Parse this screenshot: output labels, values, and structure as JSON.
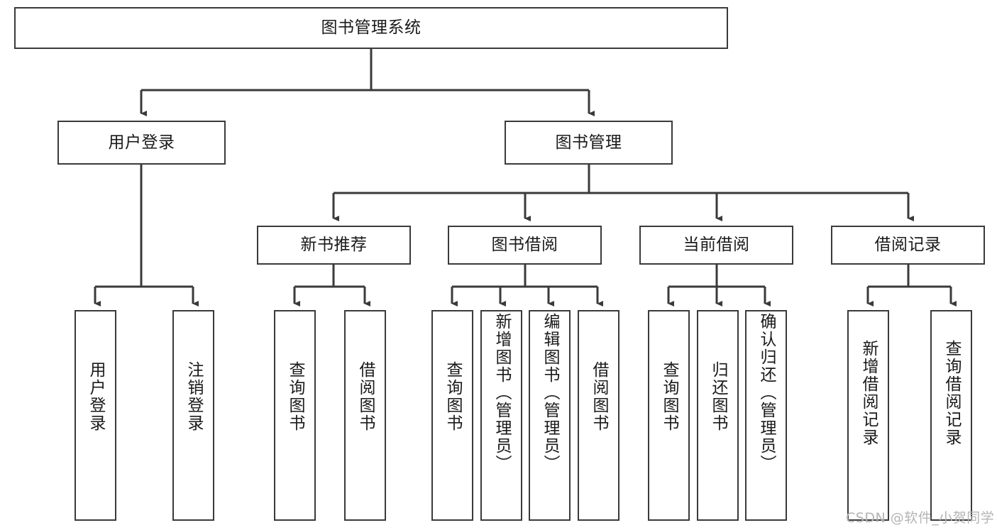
{
  "diagram": {
    "title": "图书管理系统",
    "type": "tree-hierarchy-chart",
    "levels": {
      "root": {
        "label": "图书管理系统"
      },
      "level2": [
        {
          "label": "用户登录"
        },
        {
          "label": "图书管理"
        }
      ],
      "level3": [
        {
          "label": "新书推荐"
        },
        {
          "label": "图书借阅"
        },
        {
          "label": "当前借阅"
        },
        {
          "label": "借阅记录"
        }
      ],
      "leaves_user_login": [
        {
          "label": "用户登录"
        },
        {
          "label": "注销登录"
        }
      ],
      "leaves_new_book": [
        {
          "label": "查询图书"
        },
        {
          "label": "借阅图书"
        }
      ],
      "leaves_borrow": [
        {
          "label": "查询图书"
        },
        {
          "label": "新增图书（管理员）"
        },
        {
          "label": "编辑图书（管理员）"
        },
        {
          "label": "借阅图书"
        }
      ],
      "leaves_current": [
        {
          "label": "查询图书"
        },
        {
          "label": "归还图书"
        },
        {
          "label": "确认归还（管理员）"
        }
      ],
      "leaves_record": [
        {
          "label": "新增借阅记录"
        },
        {
          "label": "查询借阅记录"
        }
      ]
    }
  },
  "watermark": {
    "text": "CSDN @软件_小贺同学"
  },
  "colors": {
    "border": "#3a3a3a",
    "background": "#ffffff",
    "text": "#1a1a1a",
    "watermark": "#b4b4b4"
  }
}
